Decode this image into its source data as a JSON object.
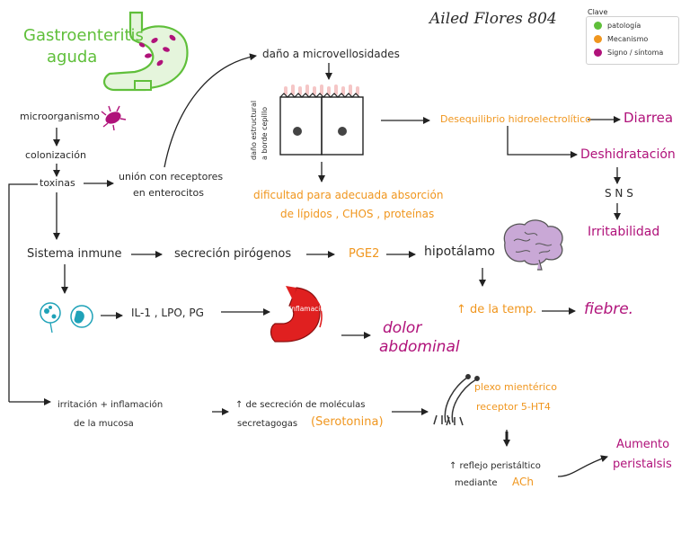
{
  "header": {
    "author": "Ailed Flores   804"
  },
  "title": {
    "line1": "Gastroenteritis",
    "line2": "aguda"
  },
  "legend": {
    "title": "Clave",
    "items": [
      {
        "label": "patología",
        "color": "#5fbf3a"
      },
      {
        "label": "Mecanismo",
        "color": "#f0961e"
      },
      {
        "label": "Signo / síntoma",
        "color": "#b0127a"
      }
    ]
  },
  "nodes": {
    "microorganismo": "microorganismo",
    "colonizacion": "colonización",
    "toxinas": "toxinas",
    "union_l1": "unión  con receptores",
    "union_l2": "en enterocitos",
    "dano_micro": "daño a microvellosidades",
    "dano_estruct_l1": "daño estructural",
    "dano_estruct_l2": "a borde cepillo",
    "dificultad_l1": "dificultad  para  adecuada  absorción",
    "dificultad_l2": "de  lípidos , CHOS , proteínas",
    "desequilibrio": "Desequilibrio hidroelectrolítico",
    "diarrea": "Diarrea",
    "deshidratacion": "Deshidratación",
    "sns": "S N S",
    "irritabilidad": "Irritabilidad",
    "sistema_inmune": "Sistema inmune",
    "secrecion_pirogenos": "secreción  pirógenos",
    "pge2": "PGE2",
    "hipotalamo": "hipotálamo",
    "aumento_temp": "↑ de la temp.",
    "fiebre": "fiebre.",
    "citocinas": "IL-1 ,  LPO,  PG",
    "inflamacion": "Inflamación",
    "dolor_l1": "dolor",
    "dolor_l2": "abdominal",
    "irritacion_l1": "irritación + inflamación",
    "irritacion_l2": "de la mucosa",
    "aumento_secrecion_l1": "↑ de secreción de moléculas",
    "aumento_secrecion_l2": "secretagogas",
    "serotonina": "(Serotonina)",
    "plexo_l1": "plexo mientérico",
    "plexo_l2": "receptor  5-HT4",
    "reflejo_l1": "↑ reflejo peristáltico",
    "reflejo_l2": "mediante",
    "ach": "ACh",
    "aumento_peristalsis_l1": "Aumento",
    "aumento_peristalsis_l2": "peristalsis"
  },
  "icons": {
    "stomach": "stomach-icon",
    "bacteria": "bacteria-icon",
    "cells": "enterocyte-cells-icon",
    "brain": "brain-icon",
    "immune": "immune-cells-icon",
    "inflamed_stomach": "inflamed-stomach-icon",
    "neurons": "neuron-icon"
  }
}
